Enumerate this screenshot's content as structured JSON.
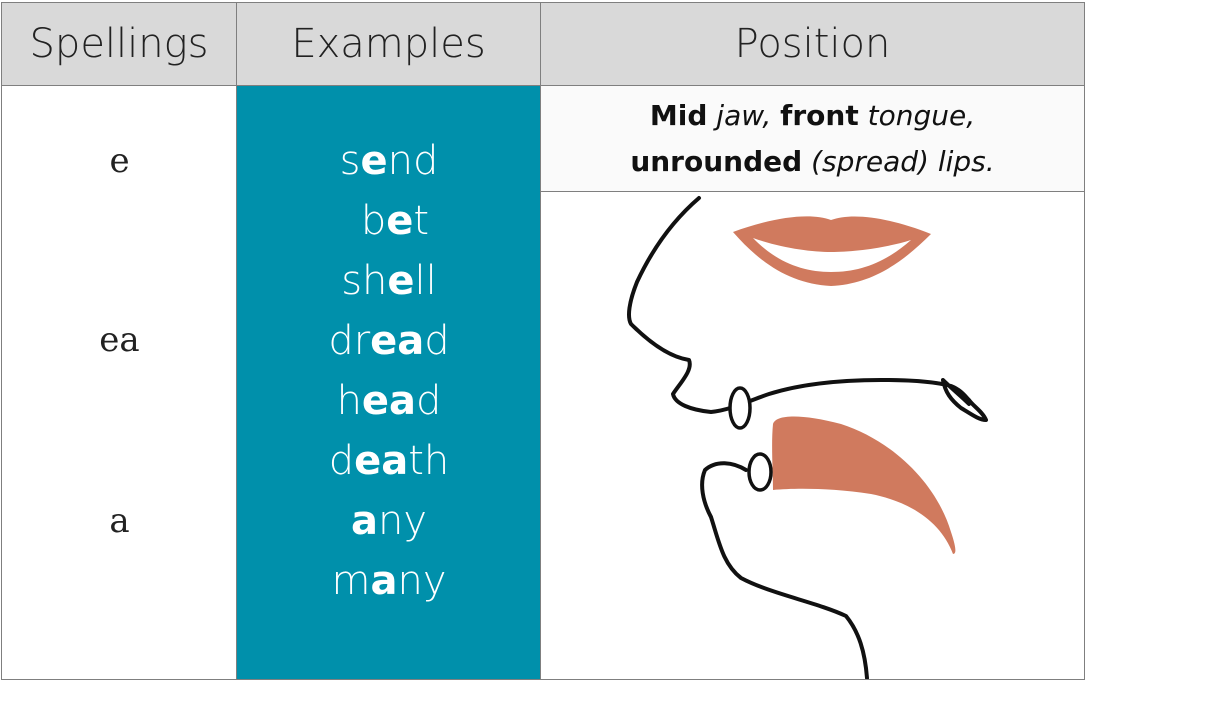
{
  "headers": {
    "spellings": "Spellings",
    "examples": "Examples",
    "position": "Position"
  },
  "spellings": [
    "e",
    "ea",
    "a"
  ],
  "examples": [
    {
      "pre": "s",
      "bold": "e",
      "post": "nd"
    },
    {
      "pre": "b",
      "bold": "e",
      "post": "t"
    },
    {
      "pre": "sh",
      "bold": "e",
      "post": "ll"
    },
    {
      "pre": "dr",
      "bold": "ea",
      "post": "d"
    },
    {
      "pre": "h",
      "bold": "ea",
      "post": "d"
    },
    {
      "pre": "d",
      "bold": "ea",
      "post": "th"
    },
    {
      "pre": "",
      "bold": "a",
      "post": "ny"
    },
    {
      "pre": "m",
      "bold": "a",
      "post": "ny"
    }
  ],
  "position": {
    "jaw_bold": "Mid",
    "jaw_text": " jaw, ",
    "tongue_bold": "front",
    "tongue_text": " tongue,",
    "lips_bold": "unrounded",
    "lips_text": " (spread) lips."
  },
  "colors": {
    "examples_bg": "#0090ab",
    "header_bg": "#d9d9d9",
    "lips_tongue": "#d07a5e"
  }
}
